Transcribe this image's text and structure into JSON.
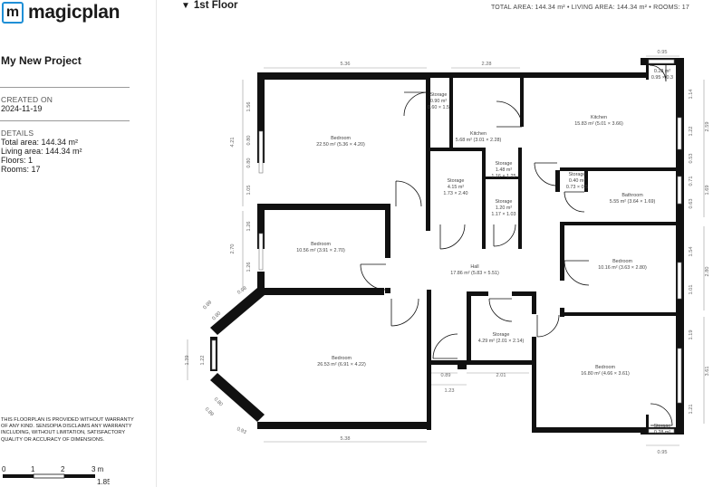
{
  "brand": {
    "logo_letter": "m",
    "name": "magicplan",
    "accent_color": "#1f8fd6"
  },
  "project": {
    "title": "My New Project",
    "created_label": "CREATED ON",
    "created_date": "2024-11-19",
    "details_label": "DETAILS",
    "details": [
      "Total area: 144.34 m²",
      "Living area: 144.34 m²",
      "Floors: 1",
      "Rooms: 17"
    ]
  },
  "disclaimer": "THIS FLOORPLAN IS PROVIDED WITHOUT WARRANTY OF ANY KIND. SENSOPIA DISCLAIMS ANY WARRANTY INCLUDING, WITHOUT LIMITATION, SATISFACTORY QUALITY OR ACCURACY OF DIMENSIONS.",
  "scale": {
    "ticks": [
      "0",
      "1",
      "2",
      "3 m"
    ],
    "sub_label": "1.85"
  },
  "header": {
    "floor_name": "1st Floor",
    "summary": "TOTAL AREA: 144.34 m² • LIVING AREA: 144.34 m² • ROOMS: 17"
  },
  "rooms": [
    {
      "id": "bedroom-nw",
      "name": "Bedroom",
      "area": "22.50 m² (5.36 × 4.20)"
    },
    {
      "id": "storage-top",
      "name": "Storage",
      "area": "0.90 m²",
      "dims": "0.60 × 1.5"
    },
    {
      "id": "kitchen-small",
      "name": "Kitchen",
      "area": "5.68 m² (3.01 × 2.28)"
    },
    {
      "id": "kitchen-big",
      "name": "Kitchen",
      "area": "15.83 m² (5.01 × 3.66)"
    },
    {
      "id": "storage-corner-ne",
      "area": "0.28 m²",
      "dims": "0.95 × 0.3"
    },
    {
      "id": "storage-mid-1",
      "name": "Storage",
      "area": "1.48 m²",
      "dims": "1.16 × 1.25"
    },
    {
      "id": "storage-mid-2",
      "name": "Storage",
      "area": "4.15 m²",
      "dims": "1.73 × 2.40"
    },
    {
      "id": "storage-mid-3",
      "name": "Storage",
      "area": "1.20 m²",
      "dims": "1.17 × 1.03"
    },
    {
      "id": "storage-small-e",
      "name": "Storage",
      "area": "0.40 m²",
      "dims": "0.73 × 0.5"
    },
    {
      "id": "bathroom",
      "name": "Bathroom",
      "area": "5.55 m² (3.64 × 1.69)"
    },
    {
      "id": "bedroom-w",
      "name": "Bedroom",
      "area": "10.56 m² (3.91 × 2.70)"
    },
    {
      "id": "hall",
      "name": "Hall",
      "area": "17.86 m² (5.83 × 5.51)"
    },
    {
      "id": "bedroom-e",
      "name": "Bedroom",
      "area": "10.16 m² (3.63 × 2.80)"
    },
    {
      "id": "storage-s",
      "name": "Storage",
      "area": "4.29 m² (2.01 × 2.14)"
    },
    {
      "id": "bedroom-sw",
      "name": "Bedroom",
      "area": "26.53 m² (6.91 × 4.22)"
    },
    {
      "id": "bedroom-se",
      "name": "Bedroom",
      "area": "16.80 m² (4.66 × 3.61)"
    },
    {
      "id": "storage-corner-se",
      "name": "Storage",
      "area": "0.28 m²"
    }
  ],
  "dimensions": {
    "top_nw_width": "5.36",
    "top_kitchen_width": "2.28",
    "top_ne_width": "0.95",
    "bottom_sw_width": "5.38",
    "bottom_se_width": "0.95",
    "door_a": "0.89",
    "door_b": "1.23",
    "storage_s_width": "2.01",
    "left_a": "1.56",
    "left_b": "0.80",
    "left_c": "4.21",
    "left_d": "0.80",
    "left_e": "1.05",
    "left_f": "1.26",
    "left_g": "2.70",
    "left_h": "1.26",
    "left_i": "0.98",
    "bay_a": "0.89",
    "bay_b": "0.80",
    "bay_c": "1.39",
    "bay_d": "1.22",
    "bay_e": "0.80",
    "bay_f": "0.89",
    "bay_g": "0.93",
    "right_a": "1.14",
    "right_b": "1.22",
    "right_c": "2.59",
    "right_d": "0.53",
    "right_e": "0.71",
    "right_f": "0.63",
    "right_g": "1.69",
    "right_h": "1.54",
    "right_i": "2.80",
    "right_j": "1.01",
    "right_k": "1.19",
    "right_l": "3.61",
    "right_m": "1.21"
  }
}
